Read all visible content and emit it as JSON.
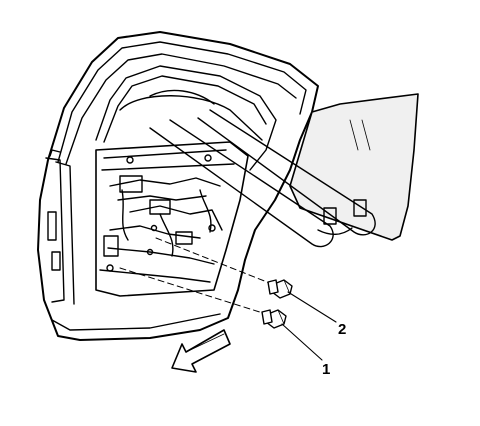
{
  "callouts": [
    {
      "id": "callout-1",
      "text": "1"
    },
    {
      "id": "callout-2",
      "text": "2"
    }
  ],
  "icons": {
    "direction_arrow": "forward-arrow-icon"
  },
  "colors": {
    "line": "#000000",
    "background": "#ffffff",
    "glass_tint": "#f0f0f0"
  }
}
